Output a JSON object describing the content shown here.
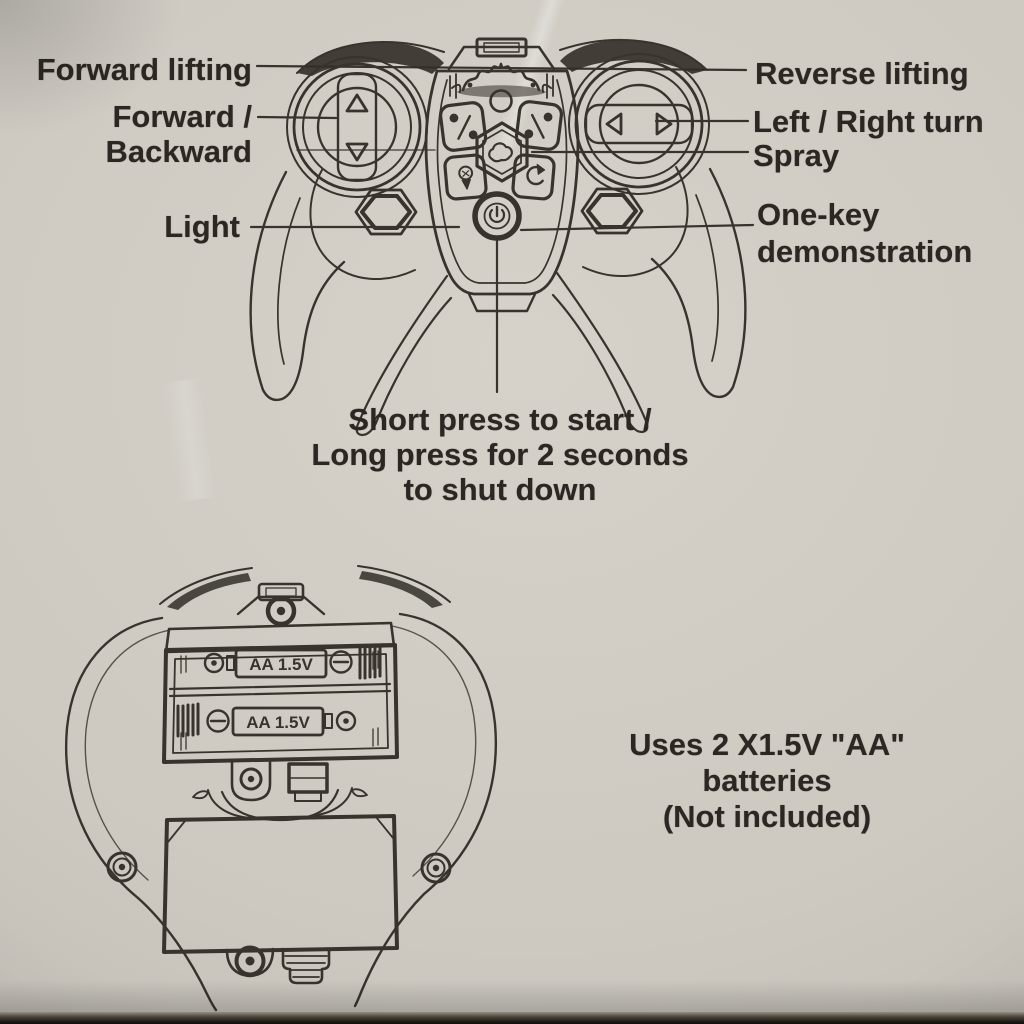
{
  "page": {
    "paper_color": "#cdc9c1",
    "ink_color": "#38332c",
    "text_color": "#2c2722"
  },
  "front": {
    "labels": {
      "forward_lifting": "Forward lifting",
      "forward": "Forward /",
      "backward": "Backward",
      "light": "Light",
      "reverse_lifting": "Reverse lifting",
      "left_right_turn": "Left / Right turn",
      "spray": "Spray",
      "one_key_line1": "One-key",
      "one_key_line2": "demonstration",
      "power_note_line1": "Short press to start /",
      "power_note_line2": "Long press for 2 seconds",
      "power_note_line3": "to shut down"
    },
    "icons": [
      "up-arrow-icon",
      "down-arrow-icon",
      "left-arrow-icon",
      "right-arrow-icon",
      "spray-cloud-icon",
      "power-icon",
      "crown-emblem-icon",
      "speed-dots-icon",
      "nozzle-icon",
      "rotate-icon",
      "hex-button-icon"
    ]
  },
  "back": {
    "battery1_label": "AA 1.5V",
    "battery2_label": "AA 1.5V",
    "note_line1": "Uses 2 X1.5V \"AA\"",
    "note_line2": "batteries",
    "note_line3": "(Not included)"
  }
}
